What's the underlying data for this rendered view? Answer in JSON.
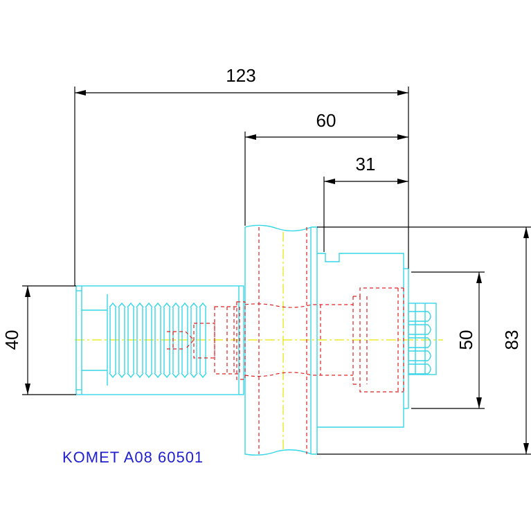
{
  "dimensions": {
    "overall_length": "123",
    "flange_to_face": "60",
    "collar_to_face": "31",
    "shank_diameter": "40",
    "collar_diameter": "50",
    "flange_diameter": "83"
  },
  "label": "KOMET A08 60501",
  "colors": {
    "outline": "#35d6e6",
    "hidden": "#e02020",
    "centerline": "#e6e600",
    "dimension": "#000000",
    "label": "#2020d0"
  }
}
